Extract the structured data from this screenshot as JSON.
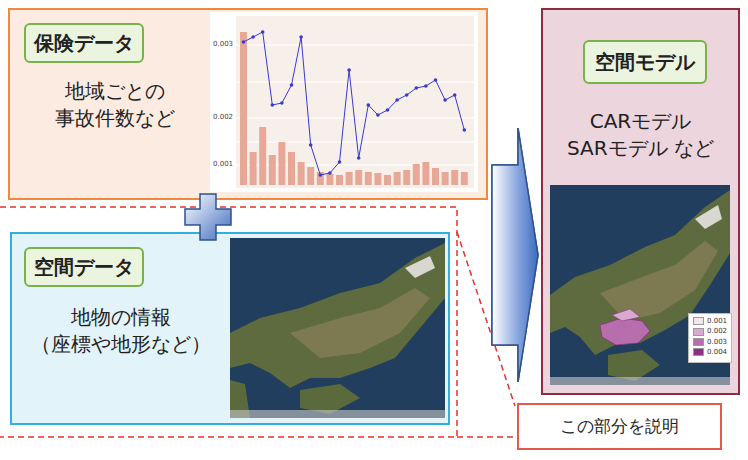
{
  "diagram": {
    "nodes": [
      {
        "text": [
          "地域ごとの 事故件数など"
        ]
      },
      {
        "text": [
          "保険データ"
        ],
        "in": 0
      },
      {
        "text": [
          "地物の情報 （座標や地形など）"
        ]
      },
      {
        "text": [
          "空間データ"
        ],
        "in": 2
      },
      {
        "text": [
          "CARモデル SARモデル など"
        ]
      },
      {
        "text": [
          "空間モデル"
        ],
        "in": 4
      },
      {
        "text": [
          "この部分を説明"
        ]
      }
    ],
    "edges": [
      {
        "from": 0,
        "to": 4,
        "arrow": "to"
      },
      {
        "from": 2,
        "to": 4,
        "arrow": "to"
      }
    ],
    "labels": [
      "0.003",
      "0.002",
      "0.001"
    ],
    "legend": [
      {
        "text": "0.001",
        "color": "#f3e6f1"
      },
      {
        "text": "0.002",
        "color": "#d9a9d2"
      },
      {
        "text": "0.003",
        "color": "#bb6bb0"
      },
      {
        "text": "0.004",
        "color": "#8e2e86"
      }
    ]
  }
}
